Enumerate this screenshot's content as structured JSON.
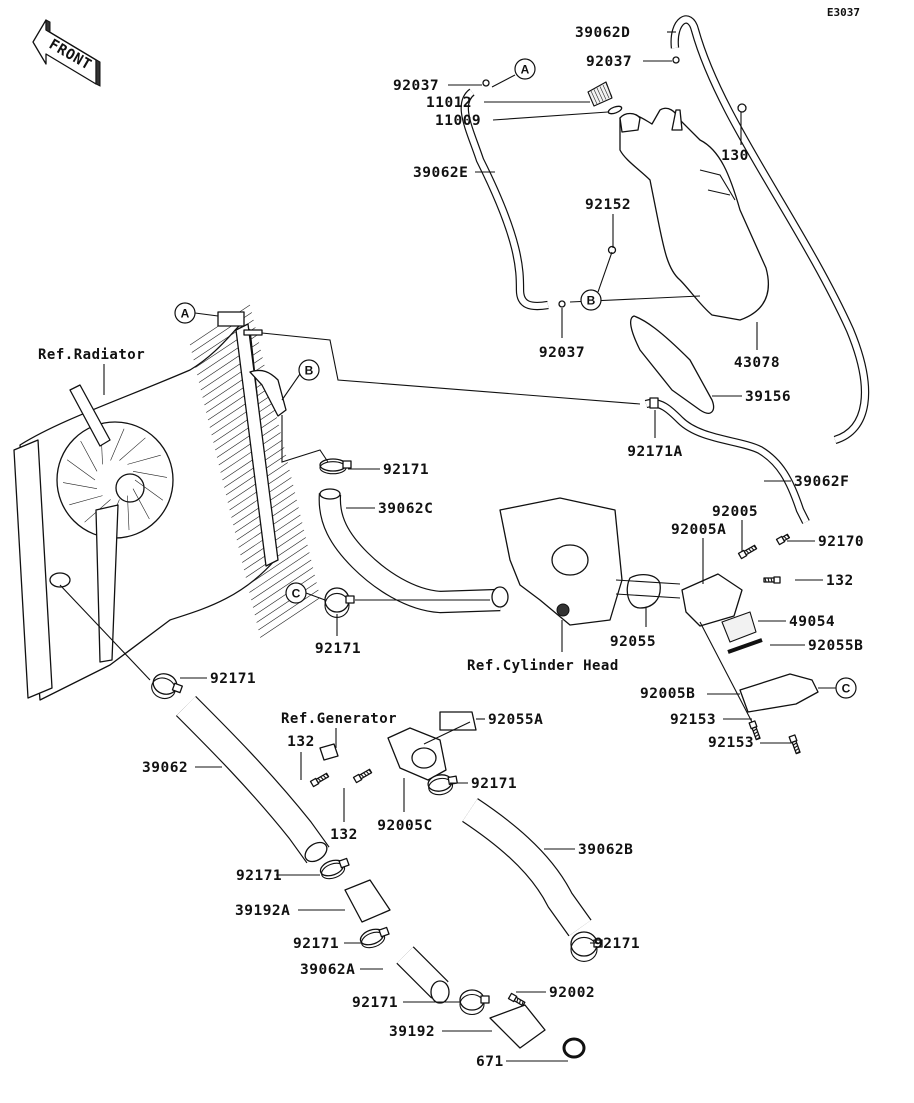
{
  "diagram": {
    "code": "E3037",
    "front_badge": "FRONT",
    "refs": {
      "radiator": "Ref.Radiator",
      "cylinder_head": "Ref.Cylinder Head",
      "generator": "Ref.Generator"
    },
    "connectors": [
      "A",
      "B",
      "C"
    ],
    "parts": [
      {
        "id": "p-39062D",
        "label": "39062D",
        "name": "reservoir-overflow-hose"
      },
      {
        "id": "p-92037-top",
        "label": "92037",
        "name": "hose-clamp"
      },
      {
        "id": "p-92037-left",
        "label": "92037",
        "name": "hose-clamp"
      },
      {
        "id": "p-11012",
        "label": "11012",
        "name": "reservoir-cap"
      },
      {
        "id": "p-11009",
        "label": "11009",
        "name": "cap-gasket"
      },
      {
        "id": "p-130",
        "label": "130",
        "name": "bolt"
      },
      {
        "id": "p-39062E",
        "label": "39062E",
        "name": "reservoir-hose"
      },
      {
        "id": "p-92152",
        "label": "92152",
        "name": "collar"
      },
      {
        "id": "p-92037-bottom",
        "label": "92037",
        "name": "hose-clamp"
      },
      {
        "id": "p-43078",
        "label": "43078",
        "name": "reservoir-tank"
      },
      {
        "id": "p-39156",
        "label": "39156",
        "name": "reservoir-pad"
      },
      {
        "id": "p-92171A",
        "label": "92171A",
        "name": "hose-clamp"
      },
      {
        "id": "p-39062F",
        "label": "39062F",
        "name": "breather-hose"
      },
      {
        "id": "p-92171-1",
        "label": "92171",
        "name": "hose-clamp"
      },
      {
        "id": "p-39062C",
        "label": "39062C",
        "name": "radiator-hose"
      },
      {
        "id": "p-92171-2",
        "label": "92171",
        "name": "hose-clamp"
      },
      {
        "id": "p-92005",
        "label": "92005",
        "name": "fitting"
      },
      {
        "id": "p-92005A",
        "label": "92005A",
        "name": "thermostat-housing"
      },
      {
        "id": "p-92170",
        "label": "92170",
        "name": "clamp"
      },
      {
        "id": "p-132-a",
        "label": "132",
        "name": "bolt"
      },
      {
        "id": "p-49054",
        "label": "49054",
        "name": "thermostat"
      },
      {
        "id": "p-92055",
        "label": "92055",
        "name": "o-ring"
      },
      {
        "id": "p-92055B",
        "label": "92055B",
        "name": "o-ring"
      },
      {
        "id": "p-92005B",
        "label": "92005B",
        "name": "thermostat-cover"
      },
      {
        "id": "p-92153-a",
        "label": "92153",
        "name": "bolt"
      },
      {
        "id": "p-92153-b",
        "label": "92153",
        "name": "bolt"
      },
      {
        "id": "p-92171-3",
        "label": "92171",
        "name": "hose-clamp"
      },
      {
        "id": "p-92055A",
        "label": "92055A",
        "name": "o-ring"
      },
      {
        "id": "p-39062",
        "label": "39062",
        "name": "radiator-hose"
      },
      {
        "id": "p-132-b",
        "label": "132",
        "name": "bolt"
      },
      {
        "id": "p-132-c",
        "label": "132",
        "name": "bolt"
      },
      {
        "id": "p-92005C",
        "label": "92005C",
        "name": "fitting"
      },
      {
        "id": "p-92171-4",
        "label": "92171",
        "name": "hose-clamp"
      },
      {
        "id": "p-39062B",
        "label": "39062B",
        "name": "water-hose"
      },
      {
        "id": "p-92171-5",
        "label": "92171",
        "name": "hose-clamp"
      },
      {
        "id": "p-39192A",
        "label": "39192A",
        "name": "water-pipe"
      },
      {
        "id": "p-92171-6",
        "label": "92171",
        "name": "hose-clamp"
      },
      {
        "id": "p-92171-7",
        "label": "92171",
        "name": "hose-clamp"
      },
      {
        "id": "p-39062A",
        "label": "39062A",
        "name": "water-hose"
      },
      {
        "id": "p-92171-8",
        "label": "92171",
        "name": "hose-clamp"
      },
      {
        "id": "p-92002",
        "label": "92002",
        "name": "bolt"
      },
      {
        "id": "p-39192",
        "label": "39192",
        "name": "water-pipe"
      },
      {
        "id": "p-671",
        "label": "671",
        "name": "o-ring"
      }
    ]
  }
}
